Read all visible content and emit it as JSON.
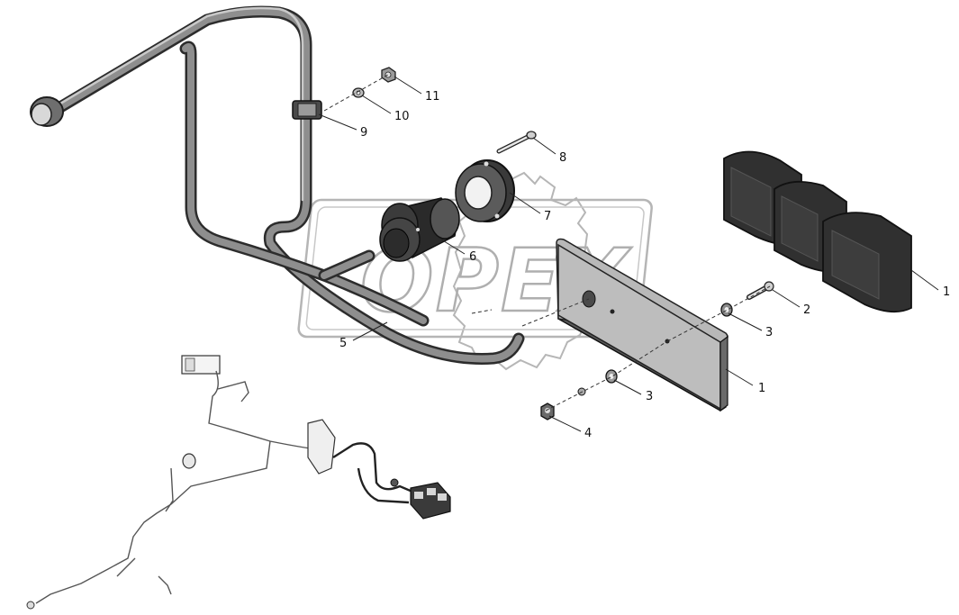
{
  "watermark": {
    "text": "OPEX"
  },
  "callouts": [
    {
      "id": "c1a",
      "text": "1"
    },
    {
      "id": "c1b",
      "text": "1"
    },
    {
      "id": "c2",
      "text": "2"
    },
    {
      "id": "c3a",
      "text": "3"
    },
    {
      "id": "c3b",
      "text": "3"
    },
    {
      "id": "c4",
      "text": "4"
    },
    {
      "id": "c5",
      "text": "5"
    },
    {
      "id": "c6",
      "text": "6"
    },
    {
      "id": "c7",
      "text": "7"
    },
    {
      "id": "c8",
      "text": "8"
    },
    {
      "id": "c9",
      "text": "9"
    },
    {
      "id": "c10",
      "text": "10"
    },
    {
      "id": "c11",
      "text": "11"
    }
  ]
}
